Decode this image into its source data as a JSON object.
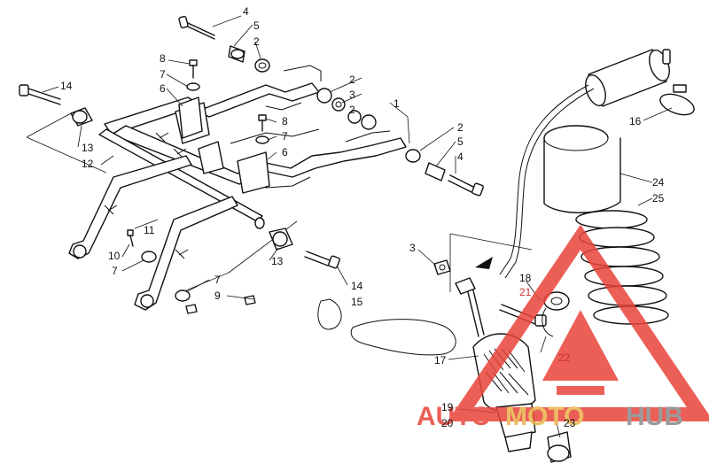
{
  "callouts": [
    {
      "id": "c4a",
      "text": "4"
    },
    {
      "id": "c5a",
      "text": "5"
    },
    {
      "id": "c2a",
      "text": "2"
    },
    {
      "id": "c8a",
      "text": "8"
    },
    {
      "id": "c7a",
      "text": "7"
    },
    {
      "id": "c6a",
      "text": "6"
    },
    {
      "id": "c14a",
      "text": "14"
    },
    {
      "id": "c2b",
      "text": "2"
    },
    {
      "id": "c3a",
      "text": "3"
    },
    {
      "id": "c2c",
      "text": "2"
    },
    {
      "id": "c1",
      "text": "1"
    },
    {
      "id": "c8b",
      "text": "8"
    },
    {
      "id": "c7b",
      "text": "7"
    },
    {
      "id": "c6b",
      "text": "6"
    },
    {
      "id": "c2d",
      "text": "2"
    },
    {
      "id": "c5b",
      "text": "5"
    },
    {
      "id": "c4b",
      "text": "4"
    },
    {
      "id": "c13a",
      "text": "13"
    },
    {
      "id": "c12",
      "text": "12"
    },
    {
      "id": "c11",
      "text": "11"
    },
    {
      "id": "c10",
      "text": "10"
    },
    {
      "id": "c7c",
      "text": "7"
    },
    {
      "id": "c7d",
      "text": "7"
    },
    {
      "id": "c9",
      "text": "9"
    },
    {
      "id": "c13b",
      "text": "13"
    },
    {
      "id": "c14b",
      "text": "14"
    },
    {
      "id": "c15",
      "text": "15"
    },
    {
      "id": "c3b",
      "text": "3"
    },
    {
      "id": "c16",
      "text": "16"
    },
    {
      "id": "c24",
      "text": "24"
    },
    {
      "id": "c25",
      "text": "25"
    },
    {
      "id": "c18",
      "text": "18"
    },
    {
      "id": "c21",
      "text": "21"
    },
    {
      "id": "c22",
      "text": "22"
    },
    {
      "id": "c17",
      "text": "17"
    },
    {
      "id": "c19",
      "text": "19"
    },
    {
      "id": "c20",
      "text": "20"
    },
    {
      "id": "c23",
      "text": "23"
    }
  ],
  "watermark": {
    "text_red": "AUTO",
    "text_gold": "MOTO",
    "text_gray": "HUB",
    "colors": {
      "red": "#e8443a",
      "gold": "#e9b24a",
      "gray": "#8a8a8a"
    }
  },
  "colors": {
    "line": "#111111",
    "callout_red": "#c8322f"
  }
}
